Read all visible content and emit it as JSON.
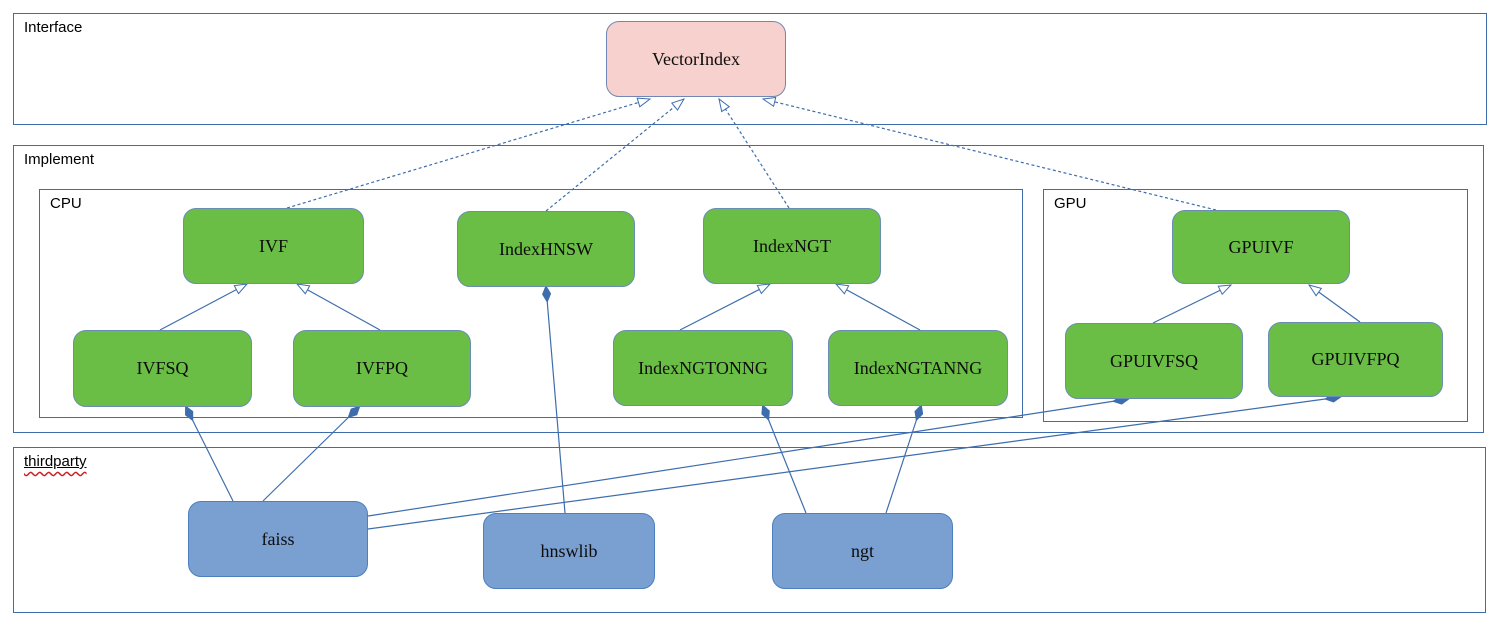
{
  "containers": {
    "interface": {
      "label": "Interface"
    },
    "implement": {
      "label": "Implement"
    },
    "cpu": {
      "label": "CPU"
    },
    "gpu": {
      "label": "GPU"
    },
    "thirdparty": {
      "label": "thirdparty"
    }
  },
  "nodes": {
    "vectorindex": {
      "label": "VectorIndex",
      "group": "interface"
    },
    "ivf": {
      "label": "IVF",
      "group": "cpu"
    },
    "indexhnsw": {
      "label": "IndexHNSW",
      "group": "cpu"
    },
    "indexngt": {
      "label": "IndexNGT",
      "group": "cpu"
    },
    "ivfsq": {
      "label": "IVFSQ",
      "group": "cpu"
    },
    "ivfpq": {
      "label": "IVFPQ",
      "group": "cpu"
    },
    "indexngtonng": {
      "label": "IndexNGTONNG",
      "group": "cpu"
    },
    "indexngtanng": {
      "label": "IndexNGTANNG",
      "group": "cpu"
    },
    "gpuivf": {
      "label": "GPUIVF",
      "group": "gpu"
    },
    "gpuivfsq": {
      "label": "GPUIVFSQ",
      "group": "gpu"
    },
    "gpuivfpq": {
      "label": "GPUIVFPQ",
      "group": "gpu"
    },
    "faiss": {
      "label": "faiss",
      "group": "thirdparty"
    },
    "hnswlib": {
      "label": "hnswlib",
      "group": "thirdparty"
    },
    "ngt": {
      "label": "ngt",
      "group": "thirdparty"
    }
  },
  "edges": [
    {
      "from": "IVF",
      "to": "VectorIndex",
      "type": "realization-dashed-hollow-arrow"
    },
    {
      "from": "IndexHNSW",
      "to": "VectorIndex",
      "type": "realization-dashed-hollow-arrow"
    },
    {
      "from": "IndexNGT",
      "to": "VectorIndex",
      "type": "realization-dashed-hollow-arrow"
    },
    {
      "from": "GPUIVF",
      "to": "VectorIndex",
      "type": "realization-dashed-hollow-arrow"
    },
    {
      "from": "IVFSQ",
      "to": "IVF",
      "type": "generalization-hollow-arrow"
    },
    {
      "from": "IVFPQ",
      "to": "IVF",
      "type": "generalization-hollow-arrow"
    },
    {
      "from": "IndexNGTONNG",
      "to": "IndexNGT",
      "type": "generalization-hollow-arrow"
    },
    {
      "from": "IndexNGTANNG",
      "to": "IndexNGT",
      "type": "generalization-hollow-arrow"
    },
    {
      "from": "GPUIVFSQ",
      "to": "GPUIVF",
      "type": "generalization-hollow-arrow"
    },
    {
      "from": "GPUIVFPQ",
      "to": "GPUIVF",
      "type": "generalization-hollow-arrow"
    },
    {
      "from": "IndexHNSW",
      "to": "hnswlib",
      "type": "composition-filled-diamond"
    },
    {
      "from": "IVFSQ",
      "to": "faiss",
      "type": "composition-filled-diamond"
    },
    {
      "from": "IVFPQ",
      "to": "faiss",
      "type": "composition-filled-diamond"
    },
    {
      "from": "IndexNGTONNG",
      "to": "ngt",
      "type": "composition-filled-diamond"
    },
    {
      "from": "IndexNGTANNG",
      "to": "ngt",
      "type": "composition-filled-diamond"
    },
    {
      "from": "GPUIVFSQ",
      "to": "faiss",
      "type": "composition-filled-diamond"
    },
    {
      "from": "GPUIVFPQ",
      "to": "faiss",
      "type": "composition-filled-diamond"
    }
  ],
  "colors": {
    "interface_node_fill": "#f7d1cd",
    "implement_node_fill": "#6abd45",
    "thirdparty_node_fill": "#7aa0d1",
    "line_and_border": "#3e6dad",
    "spellcheck_underline": "#cc2222"
  }
}
